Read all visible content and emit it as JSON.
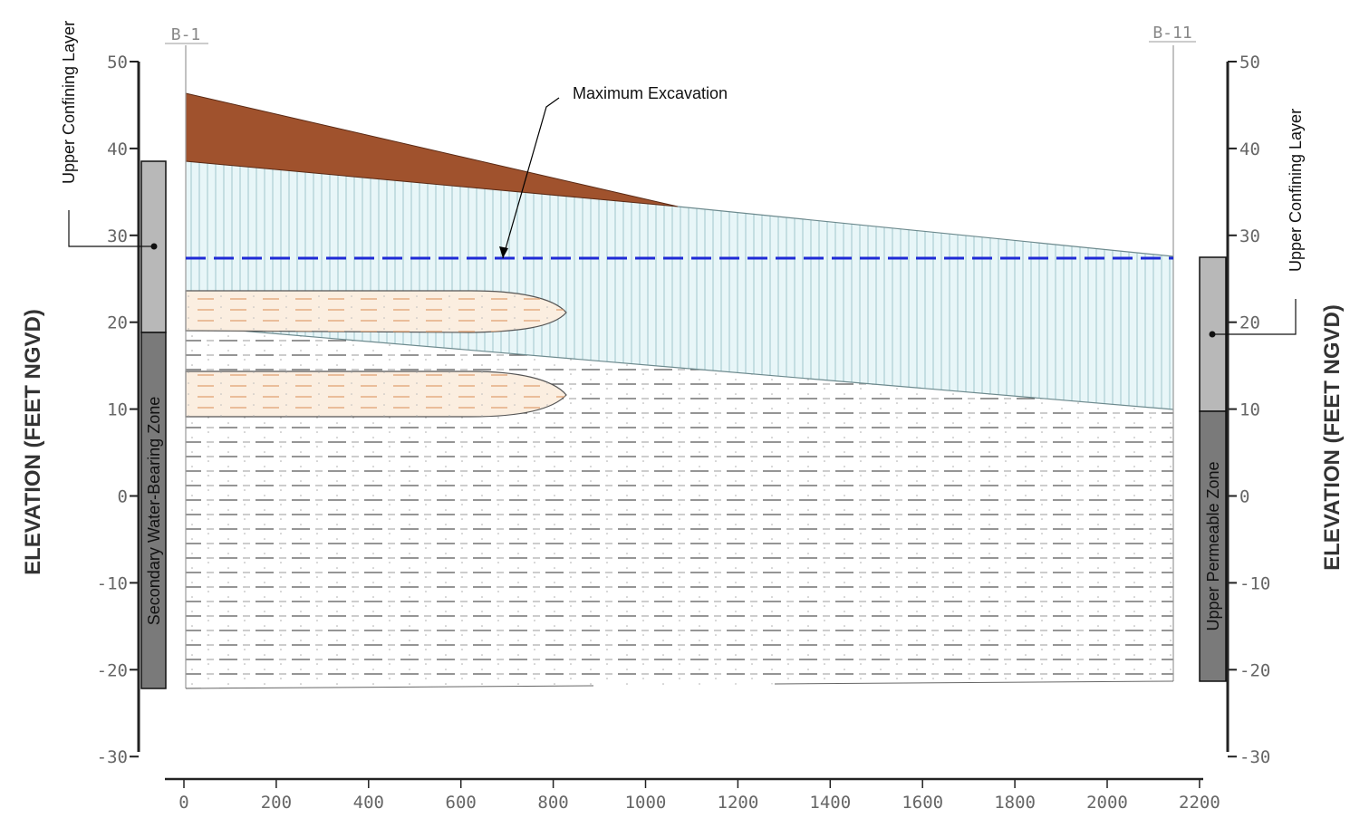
{
  "borings": {
    "left": "B-1",
    "right": "B-11"
  },
  "axis": {
    "left_title": "ELEVATION (FEET NGVD)",
    "right_title": "ELEVATION (FEET NGVD)",
    "y_ticks": [
      "50",
      "40",
      "30",
      "20",
      "10",
      "0",
      "-10",
      "-20",
      "-30"
    ],
    "y_ticks_right": [
      "50",
      "40",
      "30",
      "20",
      "10",
      "0",
      "-10",
      "-20",
      "-30"
    ],
    "x_ticks": [
      "0",
      "200",
      "400",
      "600",
      "800",
      "1000",
      "1200",
      "1400",
      "1600",
      "1800",
      "2000",
      "2200"
    ]
  },
  "annotations": {
    "max_excavation": "Maximum Excavation"
  },
  "left_zones": {
    "upper": "Upper Confining Layer",
    "lower": "Secondary Water-Bearing Zone"
  },
  "right_zones": {
    "upper": "Upper Confining Layer",
    "lower": "Upper Permeable Zone"
  },
  "colors": {
    "topsoil": "#a0522d",
    "clay": "#e8f6f8",
    "sand": "#fbeee0",
    "excavation_line": "#1f2bd6",
    "zone_light": "#b8b8b8",
    "zone_dark": "#7a7a7a"
  }
}
